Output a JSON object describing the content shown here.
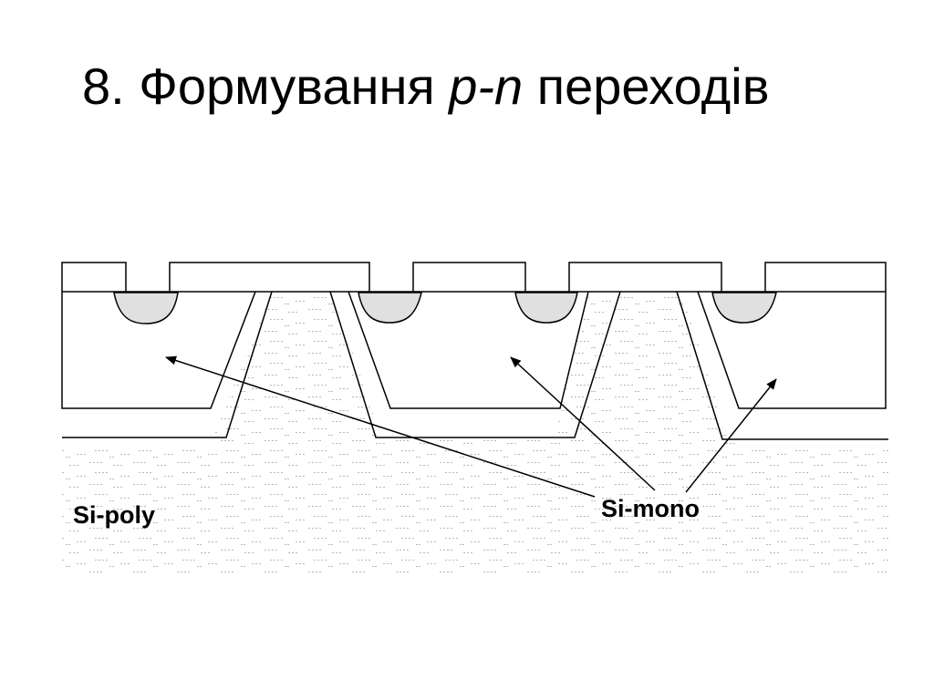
{
  "slide": {
    "title_prefix": "8. Формування ",
    "title_italic": "p-n",
    "title_suffix": " переходів"
  },
  "labels": {
    "poly": "Si-poly",
    "mono": "Si-mono"
  },
  "colors": {
    "line": "#000000",
    "junction_fill": "#e0e0e0",
    "poly_dots": "#b8b8b8",
    "background": "#ffffff"
  }
}
